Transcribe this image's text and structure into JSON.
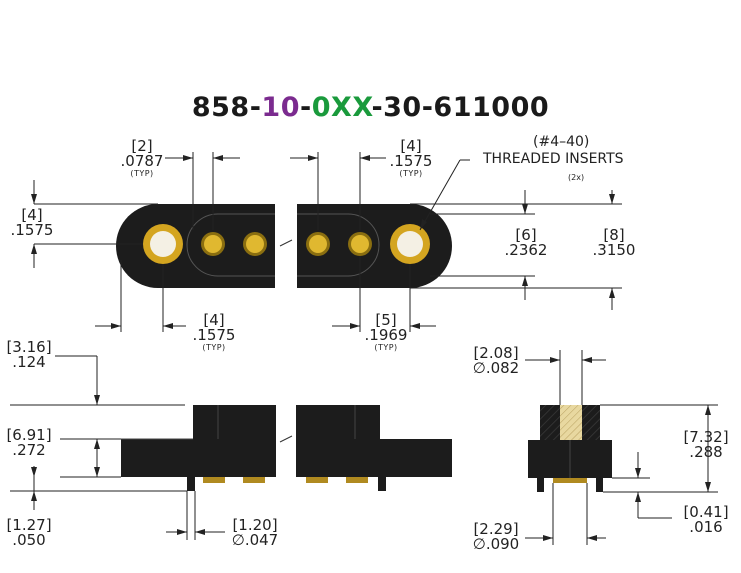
{
  "title": {
    "p1": "858-",
    "p2": "10",
    "p3": "-",
    "p4": "0XX",
    "p5": "-30-611000"
  },
  "colors": {
    "part_body": "#1c1c1c",
    "contact_gold": "#d4a520",
    "insert_gold": "#e8d8a0",
    "title_purple": "#7b2b8f",
    "title_green": "#1a9a3c"
  },
  "callout": {
    "line1": "(#4–40)",
    "line2": "THREADED INSERTS",
    "line3": "(2x)"
  },
  "dims": {
    "top_pitch_left": {
      "mm": "[2]",
      "inch": ".0787",
      "typ": "(TYP)"
    },
    "top_pitch_right": {
      "mm": "[4]",
      "inch": ".1575",
      "typ": "(TYP)"
    },
    "left_height": {
      "mm": "[4]",
      "inch": ".1575"
    },
    "right_inner": {
      "mm": "[6]",
      "inch": ".2362"
    },
    "right_outer": {
      "mm": "[8]",
      "inch": ".3150"
    },
    "bottom_left": {
      "mm": "[4]",
      "inch": ".1575",
      "typ": "(TYP)"
    },
    "bottom_right": {
      "mm": "[5]",
      "inch": ".1969",
      "typ": "(TYP)"
    },
    "side_top": {
      "mm": "[3.16]",
      "inch": ".124"
    },
    "side_mid": {
      "mm": "[6.91]",
      "inch": ".272"
    },
    "side_bot": {
      "mm": "[1.27]",
      "inch": ".050"
    },
    "side_pin": {
      "mm": "[1.20]",
      "inch": "∅.047"
    },
    "end_top": {
      "mm": "[2.08]",
      "inch": "∅.082"
    },
    "end_height": {
      "mm": "[7.32]",
      "inch": ".288"
    },
    "end_pin": {
      "mm": "[0.41]",
      "inch": ".016"
    },
    "end_bot": {
      "mm": "[2.29]",
      "inch": "∅.090"
    }
  }
}
